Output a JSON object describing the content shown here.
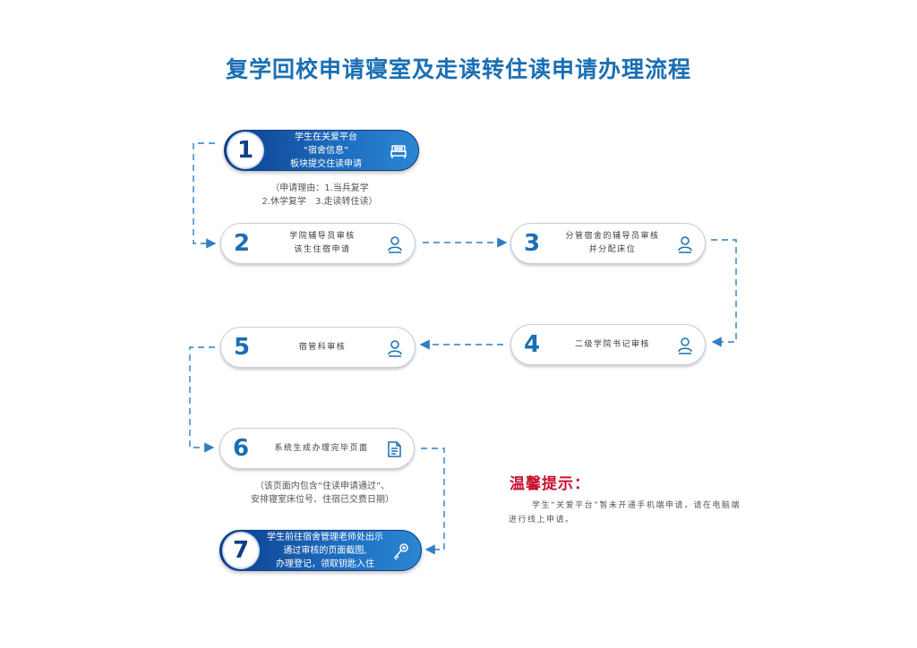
{
  "title": "复学回校申请寝室及走读转住读申请办理流程",
  "steps": [
    {
      "num": "1",
      "text": "学生在关爱平台\n“宿舍信息”\n板块提交住读申请",
      "icon": "bed-icon"
    },
    {
      "num": "2",
      "text": "学院辅导员审核\n该生住宿申请",
      "icon": "person-icon"
    },
    {
      "num": "3",
      "text": "分管宿舍的辅导员审核\n并分配床位",
      "icon": "person-icon"
    },
    {
      "num": "4",
      "text": "二级学院书记审核",
      "icon": "person-icon"
    },
    {
      "num": "5",
      "text": "宿管科审核",
      "icon": "person-icon"
    },
    {
      "num": "6",
      "text": "系统生成办理完毕页面",
      "icon": "document-icon"
    },
    {
      "num": "7",
      "text": "学生前往宿舍管理老师处出示\n通过审核的页面截图,\n办理登记，领取钥匙入住",
      "icon": "key-icon"
    }
  ],
  "notes": {
    "reason": "（申请理由：1.当兵复学\n2.休学复学　3.走读转住读）",
    "page_contents": "（该页面内包含“住读申请通过”、\n安排寝室床位号、住宿已交费日期）"
  },
  "tip": {
    "title": "温馨提示：",
    "text": "学生“关爱平台”暂未开通手机端申请，请在电脑端进行线上申请。"
  },
  "colors": {
    "brand_blue": "#1a6fb4",
    "tip_red": "#c8102e",
    "connector": "#2f7fc4"
  }
}
